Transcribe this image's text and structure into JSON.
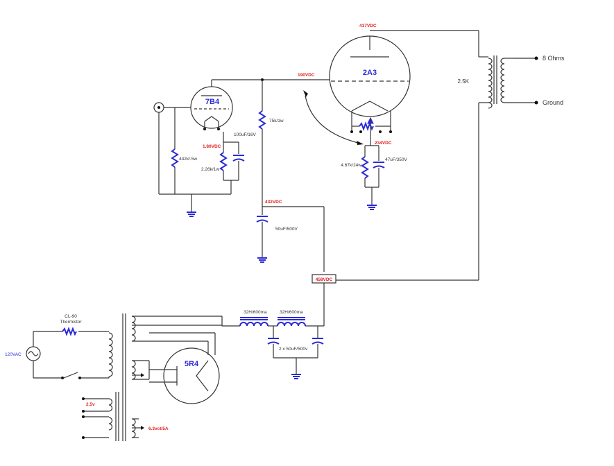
{
  "tubes": {
    "driver": "7B4",
    "output": "2A3",
    "rectifier": "5R4"
  },
  "voltages": {
    "plate_2a3": "417VDC",
    "grid_2a3": "190VDC",
    "cathode_2a3": "234VDC",
    "cathode_7b4": "1.80VDC",
    "b_plus_1": "432VDC",
    "b_plus_main": "458VDC",
    "heater_5v": "2.5v",
    "heater_63v": "6.3vct/5A"
  },
  "components": {
    "grid_resistor": "442k/.5w",
    "cathode_cap_7b4": "100uF/16V",
    "cathode_res_7b4": "2.26k/1w",
    "plate_res_7b4": "75k/1w",
    "b_plus_cap": "50uF/500V",
    "cathode_res_2a3": "4.67k/24w",
    "cathode_cap_2a3": "47uF/350V",
    "choke_1": "32H/600ma",
    "choke_2": "32H/600ma",
    "filter_caps": "2 x 50uF/500v",
    "output_transformer": "2.5K",
    "thermistor_type": "CL-90",
    "thermistor_label": "Thermistor",
    "mains": "120VAC"
  },
  "outputs": {
    "speaker": "8 Ohms",
    "ground": "Ground"
  }
}
